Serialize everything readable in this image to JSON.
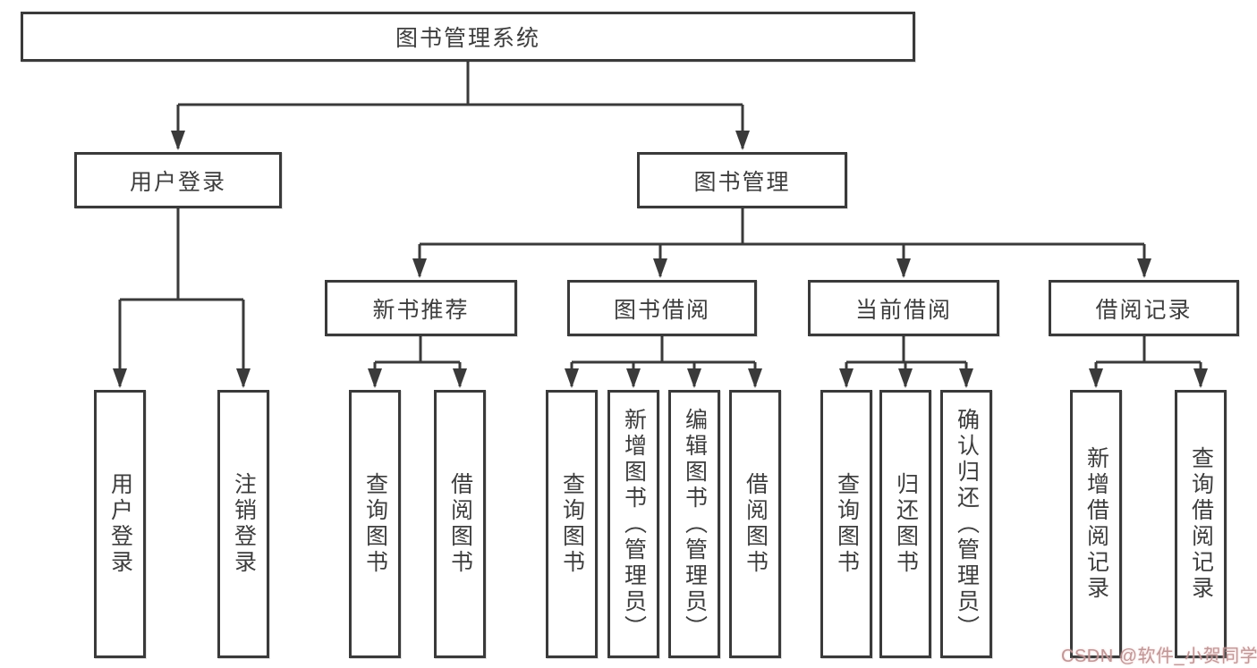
{
  "tree": {
    "label": "图书管理系统",
    "children": [
      {
        "label": "用户登录",
        "children": [
          {
            "label": "用户登录"
          },
          {
            "label": "注销登录"
          }
        ]
      },
      {
        "label": "图书管理",
        "children": [
          {
            "label": "新书推荐",
            "children": [
              {
                "label": "查询图书"
              },
              {
                "label": "借阅图书"
              }
            ]
          },
          {
            "label": "图书借阅",
            "children": [
              {
                "label": "查询图书"
              },
              {
                "label": "新增图书（管理员）"
              },
              {
                "label": "编辑图书（管理员）"
              },
              {
                "label": "借阅图书"
              }
            ]
          },
          {
            "label": "当前借阅",
            "children": [
              {
                "label": "查询图书"
              },
              {
                "label": "归还图书"
              },
              {
                "label": "确认归还（管理员）"
              }
            ]
          },
          {
            "label": "借阅记录",
            "children": [
              {
                "label": "新增借阅记录"
              },
              {
                "label": "查询借阅记录"
              }
            ]
          }
        ]
      }
    ]
  },
  "watermark": {
    "text": "CSDN @软件_小贺同学"
  },
  "colors": {
    "line": "#3a3a3a",
    "box_border": "#3a3a3a",
    "text": "#3d3d3d",
    "background": "#ffffff",
    "watermark": "#ba9494"
  }
}
